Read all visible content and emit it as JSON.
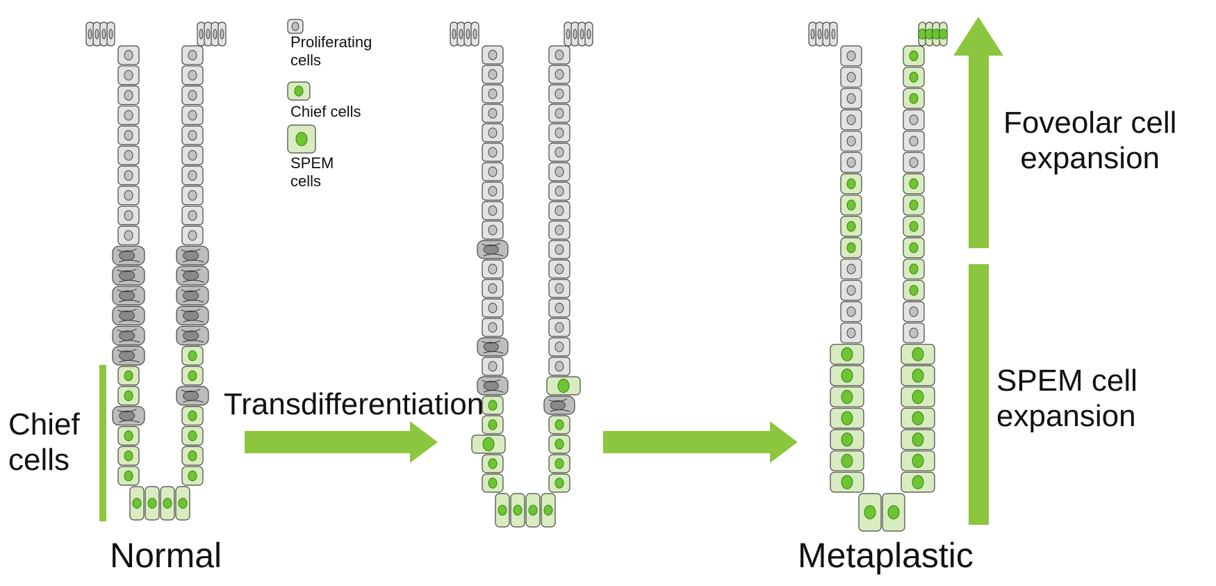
{
  "legend": {
    "proliferating": "Proliferating cells",
    "proliferating_line1": "Proliferating",
    "proliferating_line2": "cells",
    "chief": "Chief cells",
    "spem": "SPEM cells",
    "spem_line1": "SPEM",
    "spem_line2": "cells"
  },
  "labels": {
    "chief_cells_line1": "Chief",
    "chief_cells_line2": "cells",
    "transdifferentiation": "Transdifferentiation",
    "normal": "Normal",
    "metaplastic": "Metaplastic",
    "foveolar_line1": "Foveolar cell",
    "foveolar_line2": "expansion",
    "spem_exp_line1": "SPEM cell",
    "spem_exp_line2": "expansion"
  },
  "colors": {
    "proliferating_fill": "#e3e3e3",
    "proliferating_stroke": "#444444",
    "chief_fill": "#d9ecc0",
    "nucleus_green": "#6cc531",
    "arrow_green": "#8cc63f",
    "mucous_neck_fill": "#bdbdbd"
  },
  "glands": [
    {
      "name": "normal",
      "left_wall": [
        "proliferating",
        "proliferating",
        "proliferating",
        "proliferating",
        "proliferating",
        "proliferating",
        "proliferating",
        "proliferating",
        "proliferating",
        "proliferating",
        "mucous-neck",
        "mucous-neck",
        "mucous-neck",
        "mucous-neck",
        "mucous-neck",
        "mucous-neck",
        "chief",
        "chief",
        "mucous-neck",
        "chief",
        "chief",
        "chief"
      ],
      "right_wall": [
        "proliferating",
        "proliferating",
        "proliferating",
        "proliferating",
        "proliferating",
        "proliferating",
        "proliferating",
        "proliferating",
        "proliferating",
        "proliferating",
        "mucous-neck",
        "mucous-neck",
        "mucous-neck",
        "mucous-neck",
        "mucous-neck",
        "chief",
        "chief",
        "mucous-neck",
        "chief",
        "chief",
        "chief",
        "chief"
      ]
    },
    {
      "name": "transdifferentiating",
      "left_wall": [
        "proliferating",
        "proliferating",
        "proliferating",
        "proliferating",
        "proliferating",
        "proliferating",
        "proliferating",
        "proliferating",
        "proliferating",
        "proliferating",
        "mucous-neck",
        "proliferating",
        "proliferating",
        "proliferating",
        "proliferating",
        "mucous-neck",
        "proliferating",
        "mucous-neck",
        "chief",
        "chief",
        "spem",
        "chief",
        "chief"
      ],
      "right_wall": [
        "proliferating",
        "proliferating",
        "proliferating",
        "proliferating",
        "proliferating",
        "proliferating",
        "proliferating",
        "proliferating",
        "proliferating",
        "proliferating",
        "proliferating",
        "proliferating",
        "proliferating",
        "proliferating",
        "proliferating",
        "proliferating",
        "proliferating",
        "spem",
        "mucous-neck",
        "chief",
        "chief",
        "chief",
        "chief"
      ]
    },
    {
      "name": "metaplastic",
      "left_wall": [
        "proliferating",
        "proliferating",
        "proliferating",
        "proliferating",
        "proliferating",
        "proliferating",
        "chief",
        "chief",
        "chief",
        "chief",
        "proliferating",
        "proliferating",
        "proliferating",
        "proliferating",
        "spem",
        "spem",
        "spem",
        "spem",
        "spem",
        "spem",
        "spem"
      ],
      "right_wall": [
        "chief",
        "chief",
        "chief",
        "proliferating",
        "proliferating",
        "proliferating",
        "chief",
        "chief",
        "chief",
        "chief",
        "chief",
        "chief",
        "proliferating",
        "proliferating",
        "spem",
        "spem",
        "spem",
        "spem",
        "spem",
        "spem",
        "spem"
      ]
    }
  ]
}
